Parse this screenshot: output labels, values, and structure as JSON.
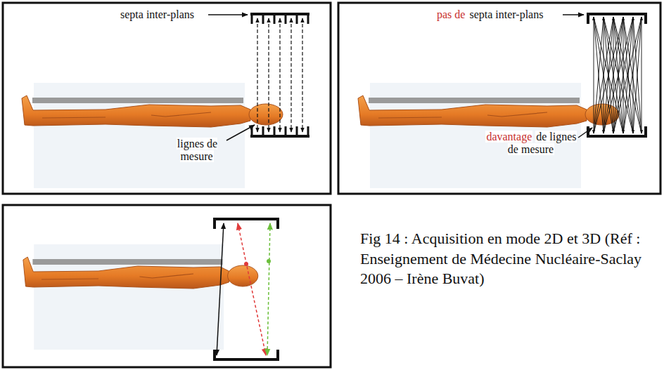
{
  "diagram": {
    "caption": "Fig 14 : Acquisition en mode 2D et 3D (Réf : Enseignement de Médecine Nucléaire-Saclay 2006 – Irène Buvat)",
    "labels": [
      "septa inter-plans",
      "lignes de mesure",
      "pas de",
      "septa inter-plans",
      "davantage",
      "de lignes de mesure"
    ]
  }
}
